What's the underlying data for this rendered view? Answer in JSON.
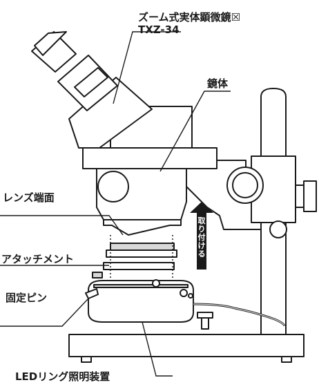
{
  "labels": {
    "product_name": "ズーム式実体顕微鏡",
    "product_name_mark": "☒",
    "model": "TXZ-34",
    "body": "鏡体",
    "lens_face": "レンズ端面",
    "attachment": "アタッチメント",
    "pin": "固定ピン",
    "led": "LEDリング照明装置",
    "attach_arrow": [
      "取",
      "り",
      "付",
      "け",
      "る"
    ]
  },
  "colors": {
    "line": "#1a1a1a",
    "fill": "#ffffff",
    "shade": "#d8d8d8",
    "arrow": "#1a1a1a"
  }
}
